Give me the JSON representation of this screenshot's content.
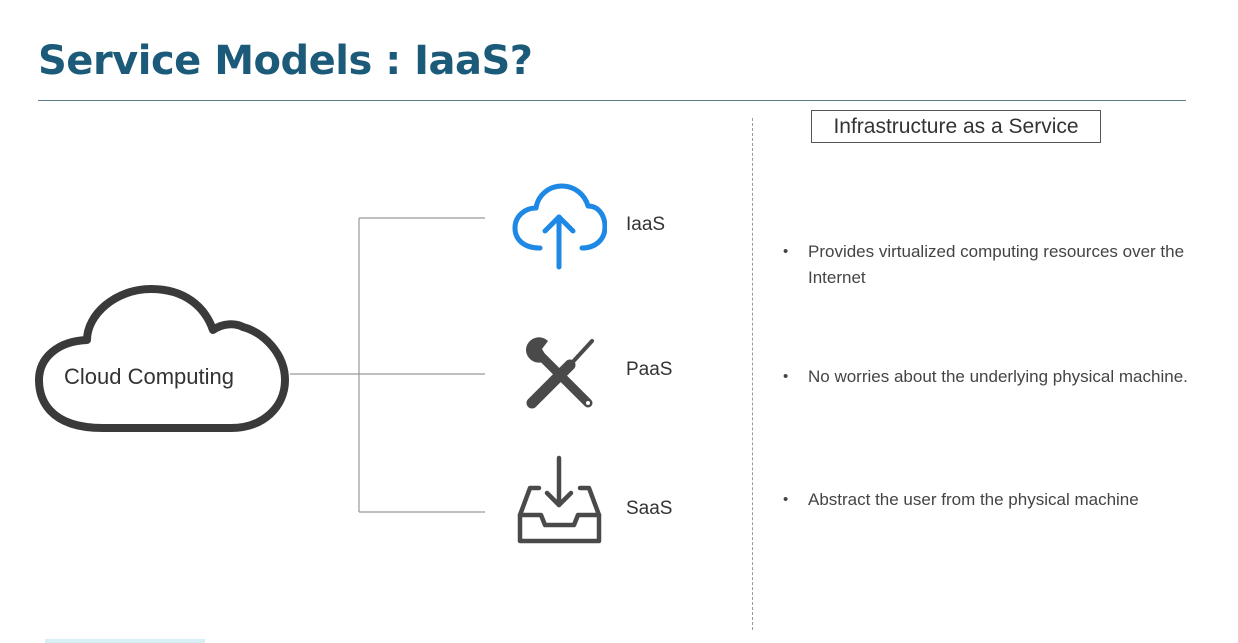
{
  "title": "Service Models : IaaS?",
  "center": {
    "label": "Cloud Computing"
  },
  "models": [
    {
      "label": "IaaS",
      "icon": "cloud-upload-icon"
    },
    {
      "label": "PaaS",
      "icon": "tools-icon"
    },
    {
      "label": "SaaS",
      "icon": "inbox-download-icon"
    }
  ],
  "panel": {
    "heading": "Infrastructure as a Service",
    "bullets": [
      "Provides virtualized computing resources over the Internet",
      "No worries about the underlying physical machine.",
      "Abstract the user from the physical machine"
    ]
  },
  "colors": {
    "title": "#1b5a78",
    "accent": "#1e88e5",
    "icon_dark": "#4a4a4a"
  }
}
